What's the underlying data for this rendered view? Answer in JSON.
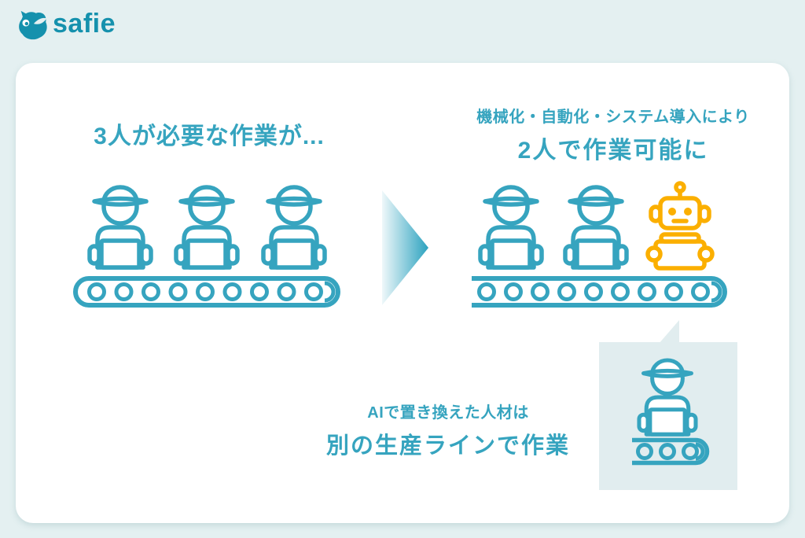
{
  "brand": {
    "logo_text": "safie"
  },
  "colors": {
    "teal": "#36A4BF",
    "logo_teal": "#1591AD",
    "orange": "#FBAF00",
    "background": "#E4F0F1",
    "card": "#FFFFFF",
    "bubble": "#E1EDEF"
  },
  "panel": {
    "before": {
      "title": "3人が必要な作業が...",
      "worker_count": 3
    },
    "after": {
      "subtitle": "機械化・自動化・システム導入により",
      "title": "2人で作業可能に",
      "worker_count": 2,
      "robot_count": 1
    },
    "callout": {
      "line1": "AIで置き換えた人材は",
      "line2": "別の生産ラインで作業",
      "worker_count": 1
    }
  }
}
